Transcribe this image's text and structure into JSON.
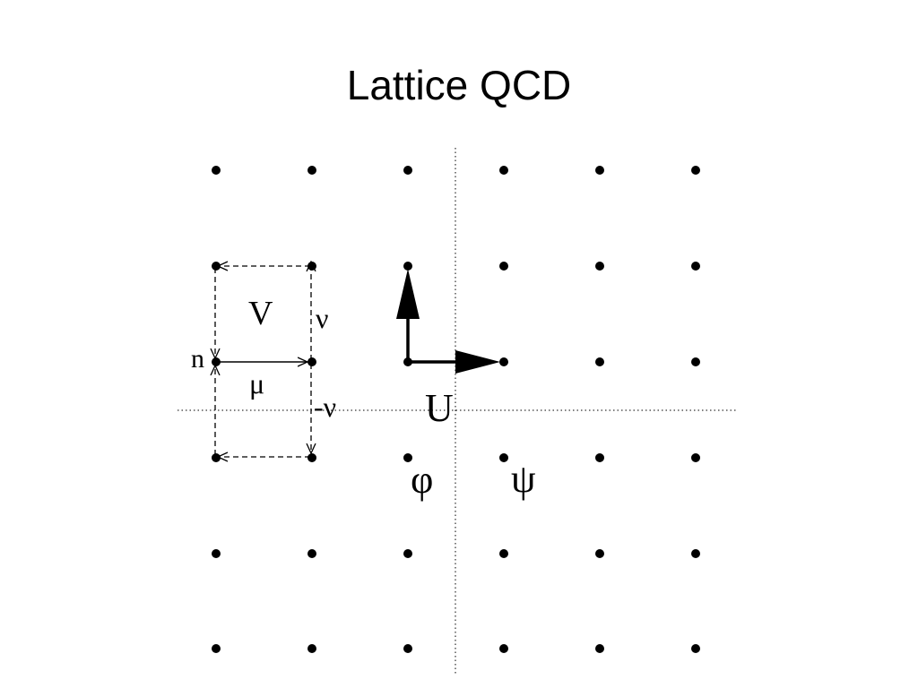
{
  "title": "Lattice QCD",
  "labels": {
    "site": "n",
    "mu": "μ",
    "nu": "ν",
    "minus_nu": "-ν",
    "plaquette": "V",
    "link": "U",
    "phi": "φ",
    "psi": "ψ"
  },
  "colors": {
    "ink": "#000000",
    "background": "#ffffff"
  }
}
